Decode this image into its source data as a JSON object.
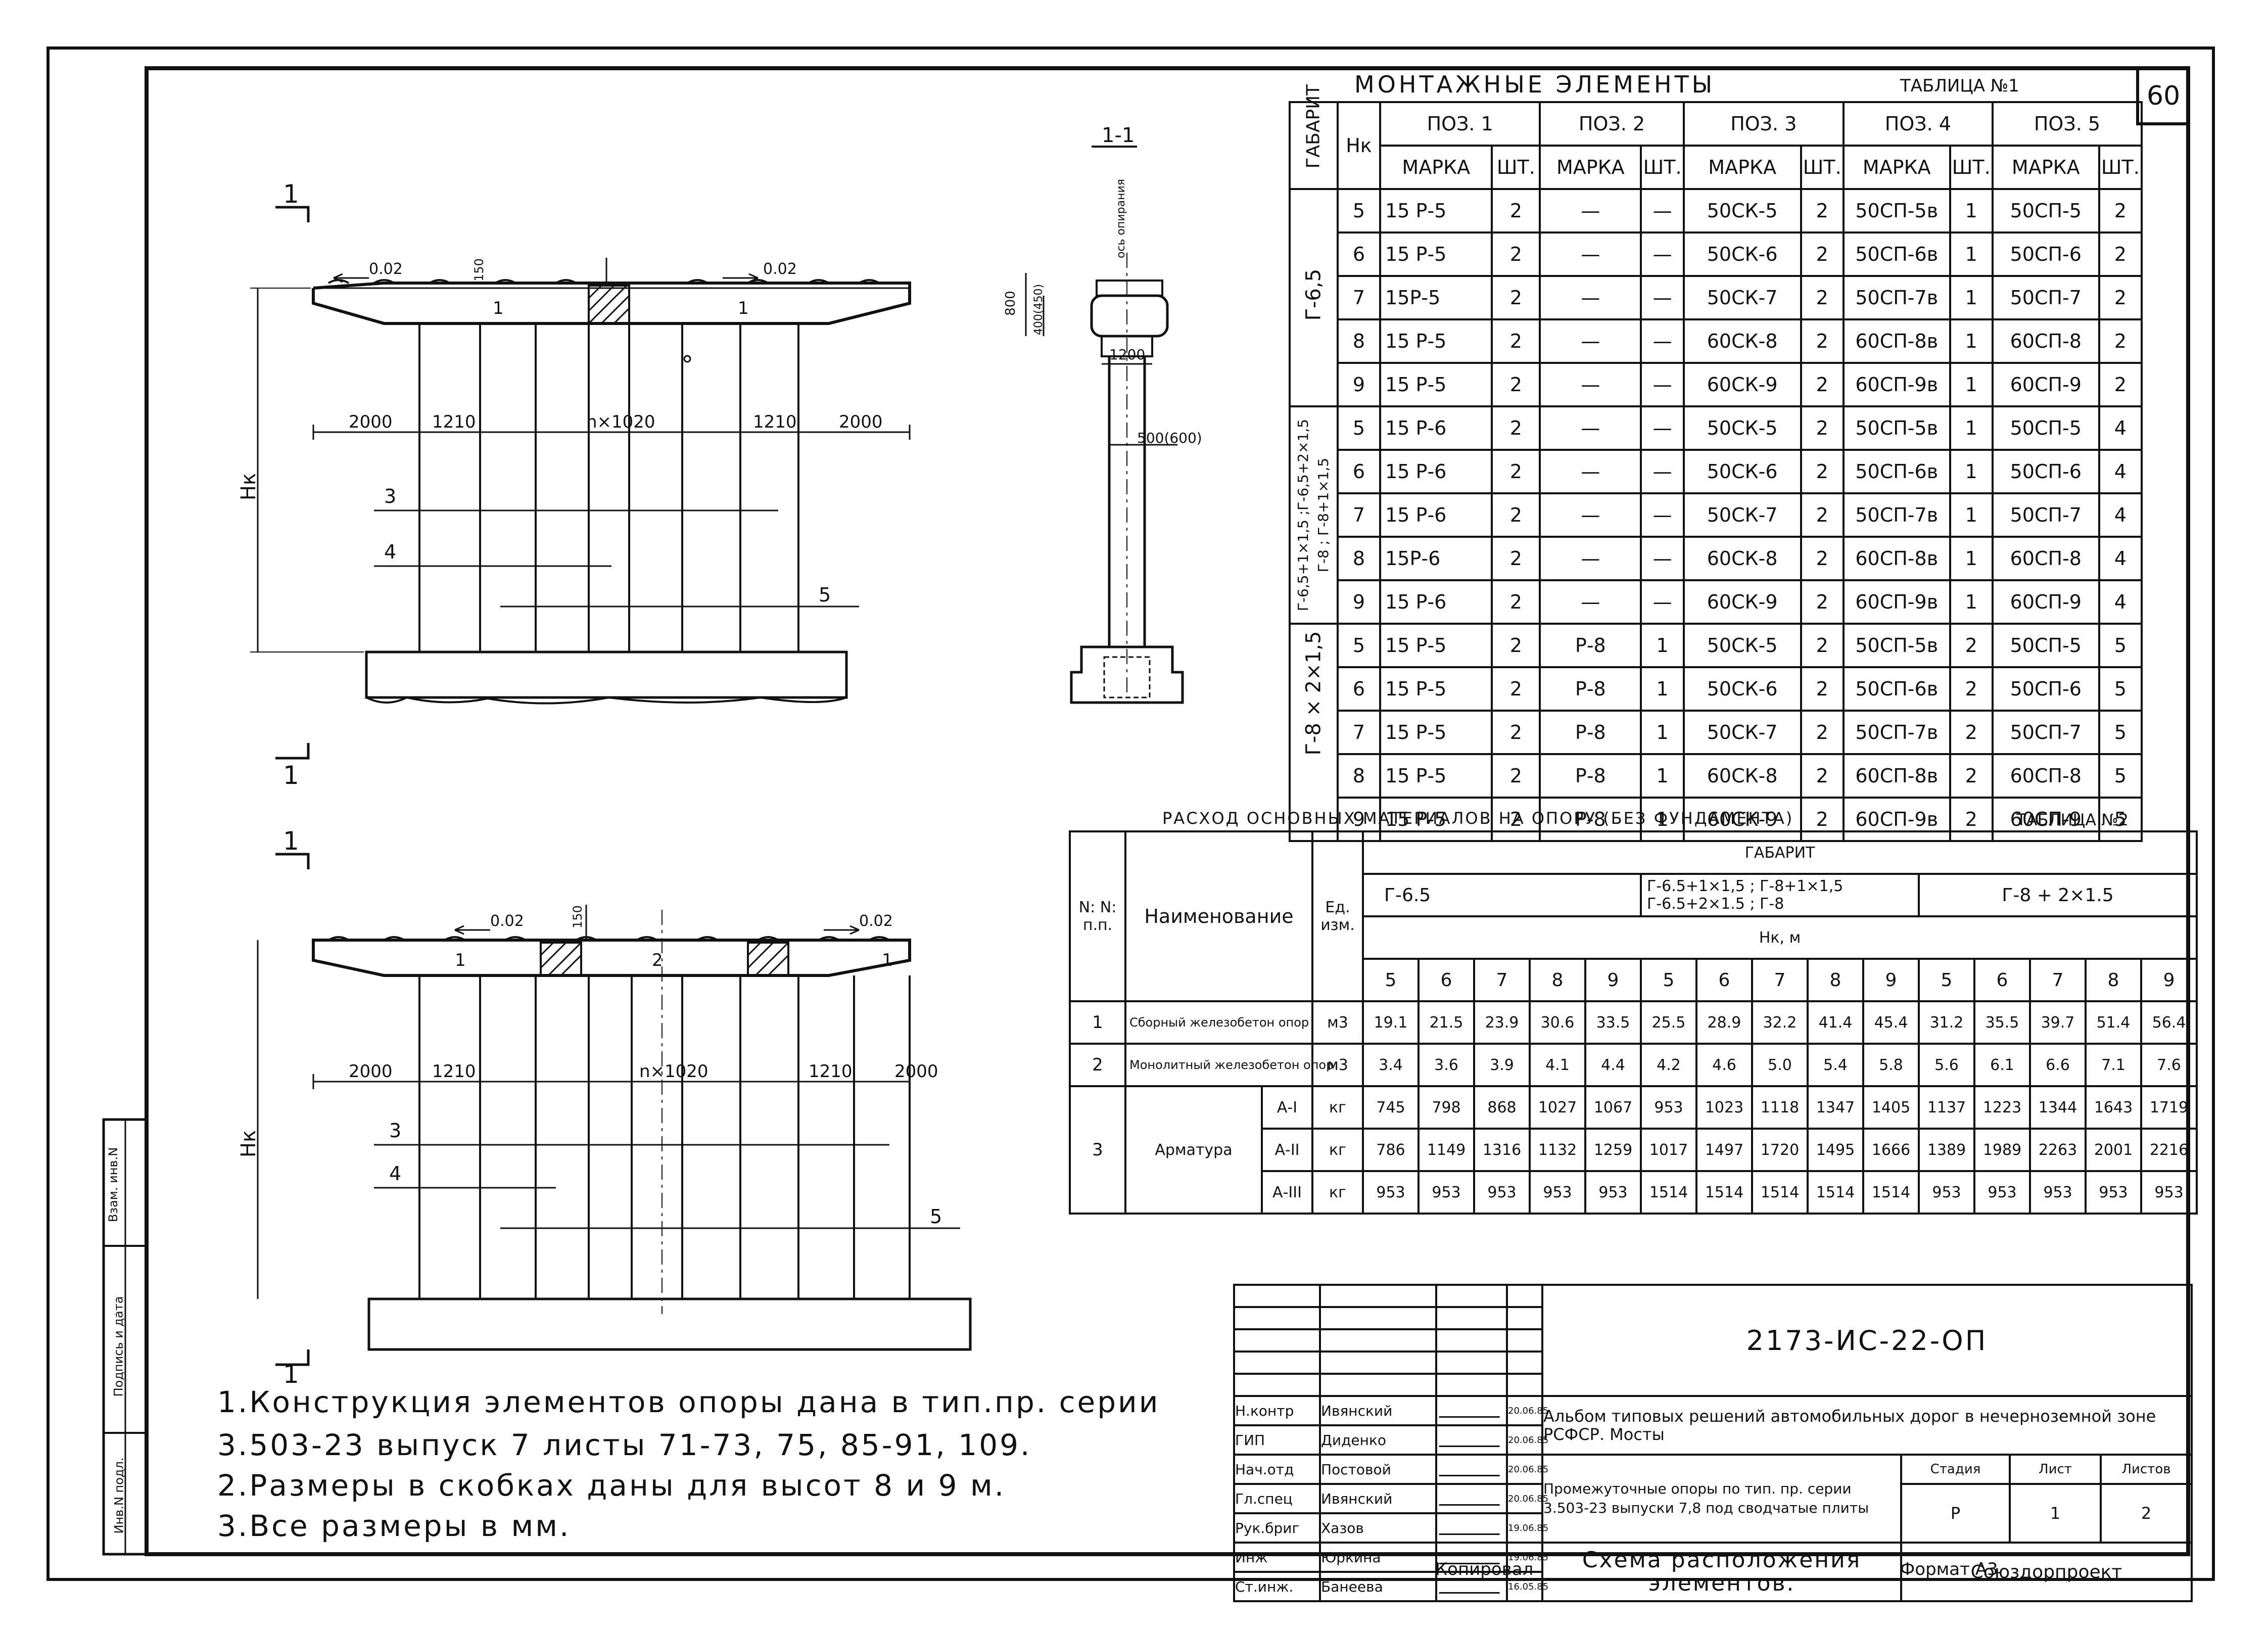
{
  "sheet_number": "60",
  "table1": {
    "title": "МОНТАЖНЫЕ   ЭЛЕМЕНТЫ",
    "table_no": "ТАБЛИЦА №1",
    "col_gabarit": "ГАБАРИТ",
    "col_hk": "Нк",
    "positions": [
      "ПОЗ. 1",
      "ПОЗ. 2",
      "ПОЗ. 3",
      "ПОЗ. 4",
      "ПОЗ. 5"
    ],
    "sub_mark": "МАРКА",
    "sub_qty": "ШТ.",
    "groups": [
      {
        "gabarit": "Г-6,5",
        "rows": [
          [
            "5",
            "15 Р-5",
            "2",
            "—",
            "—",
            "50СК-5",
            "2",
            "50СП-5в",
            "1",
            "50СП-5",
            "2"
          ],
          [
            "6",
            "15 Р-5",
            "2",
            "—",
            "—",
            "50СК-6",
            "2",
            "50СП-6в",
            "1",
            "50СП-6",
            "2"
          ],
          [
            "7",
            "15Р-5",
            "2",
            "—",
            "—",
            "50СК-7",
            "2",
            "50СП-7в",
            "1",
            "50СП-7",
            "2"
          ],
          [
            "8",
            "15 Р-5",
            "2",
            "—",
            "—",
            "60СК-8",
            "2",
            "60СП-8в",
            "1",
            "60СП-8",
            "2"
          ],
          [
            "9",
            "15 Р-5",
            "2",
            "—",
            "—",
            "60СК-9",
            "2",
            "60СП-9в",
            "1",
            "60СП-9",
            "2"
          ]
        ]
      },
      {
        "gabarit": "Г-6,5+1×1,5 ;Г-6,5+2×1,5 Г-8 ; Г-8+1×1,5",
        "rows": [
          [
            "5",
            "15 Р-6",
            "2",
            "—",
            "—",
            "50СК-5",
            "2",
            "50СП-5в",
            "1",
            "50СП-5",
            "4"
          ],
          [
            "6",
            "15 Р-6",
            "2",
            "—",
            "—",
            "50СК-6",
            "2",
            "50СП-6в",
            "1",
            "50СП-6",
            "4"
          ],
          [
            "7",
            "15 Р-6",
            "2",
            "—",
            "—",
            "50СК-7",
            "2",
            "50СП-7в",
            "1",
            "50СП-7",
            "4"
          ],
          [
            "8",
            "15Р-6",
            "2",
            "—",
            "—",
            "60СК-8",
            "2",
            "60СП-8в",
            "1",
            "60СП-8",
            "4"
          ],
          [
            "9",
            "15 Р-6",
            "2",
            "—",
            "—",
            "60СК-9",
            "2",
            "60СП-9в",
            "1",
            "60СП-9",
            "4"
          ]
        ]
      },
      {
        "gabarit": "Г-8 × 2×1,5",
        "rows": [
          [
            "5",
            "15 Р-5",
            "2",
            "Р-8",
            "1",
            "50СК-5",
            "2",
            "50СП-5в",
            "2",
            "50СП-5",
            "5"
          ],
          [
            "6",
            "15 Р-5",
            "2",
            "Р-8",
            "1",
            "50СК-6",
            "2",
            "50СП-6в",
            "2",
            "50СП-6",
            "5"
          ],
          [
            "7",
            "15 Р-5",
            "2",
            "Р-8",
            "1",
            "50СК-7",
            "2",
            "50СП-7в",
            "2",
            "50СП-7",
            "5"
          ],
          [
            "8",
            "15 Р-5",
            "2",
            "Р-8",
            "1",
            "60СК-8",
            "2",
            "60СП-8в",
            "2",
            "60СП-8",
            "5"
          ],
          [
            "9",
            "15 Р-5",
            "2",
            "Р-8",
            "1",
            "60СК-9",
            "2",
            "60СП-9в",
            "2",
            "60СП-9",
            "5"
          ]
        ]
      }
    ]
  },
  "table2": {
    "title": "РАСХОД  ОСНОВНЫХ  МАТЕРИАЛОВ  НА  ОПОРУ  (БЕЗ ФУНДАМЕНТА)",
    "table_no": "ТАБЛИЦА №2",
    "col_no": "N: N: п.п.",
    "col_name": "Наименование",
    "col_unit": "Ед. изм.",
    "col_gabarit": "ГАБАРИТ",
    "gabarits": [
      "Г-6.5",
      "Г-6.5+1×1,5 ; Г-8+1×1,5 Г-6.5+2×1.5 ; Г-8",
      "Г-8 + 2×1.5"
    ],
    "hk_label": "Нк, м",
    "hk_values": [
      "5",
      "6",
      "7",
      "8",
      "9",
      "5",
      "6",
      "7",
      "8",
      "9",
      "5",
      "6",
      "7",
      "8",
      "9"
    ],
    "rows": [
      {
        "no": "1",
        "name": "Сборный железобетон опор",
        "sub": "",
        "unit": "м3",
        "values": [
          "19.1",
          "21.5",
          "23.9",
          "30.6",
          "33.5",
          "25.5",
          "28.9",
          "32.2",
          "41.4",
          "45.4",
          "31.2",
          "35.5",
          "39.7",
          "51.4",
          "56.4"
        ]
      },
      {
        "no": "2",
        "name": "Монолитный железобетон опор",
        "sub": "",
        "unit": "м3",
        "values": [
          "3.4",
          "3.6",
          "3.9",
          "4.1",
          "4.4",
          "4.2",
          "4.6",
          "5.0",
          "5.4",
          "5.8",
          "5.6",
          "6.1",
          "6.6",
          "7.1",
          "7.6"
        ]
      },
      {
        "no": "3",
        "name": "Арматура",
        "sub": "А-I",
        "unit": "кг",
        "values": [
          "745",
          "798",
          "868",
          "1027",
          "1067",
          "953",
          "1023",
          "1118",
          "1347",
          "1405",
          "1137",
          "1223",
          "1344",
          "1643",
          "1719"
        ]
      },
      {
        "no": "",
        "name": "",
        "sub": "А-II",
        "unit": "кг",
        "values": [
          "786",
          "1149",
          "1316",
          "1132",
          "1259",
          "1017",
          "1497",
          "1720",
          "1495",
          "1666",
          "1389",
          "1989",
          "2263",
          "2001",
          "2216"
        ]
      },
      {
        "no": "",
        "name": "",
        "sub": "А-III",
        "unit": "кг",
        "values": [
          "953",
          "953",
          "953",
          "953",
          "953",
          "1514",
          "1514",
          "1514",
          "1514",
          "1514",
          "953",
          "953",
          "953",
          "953",
          "953"
        ]
      }
    ]
  },
  "drawing": {
    "section_top": "1",
    "section_bottom": "1",
    "slope_left": "0.02",
    "slope_right": "0.02",
    "dim_150": "150",
    "hk": "Нк",
    "dims": [
      "2000",
      "1210",
      "n×1020",
      "1210",
      "2000"
    ],
    "pos_labels": [
      "1",
      "1",
      "3",
      "4",
      "5"
    ],
    "pos_labels_lower": [
      "1",
      "2",
      "1",
      "3",
      "4",
      "5"
    ],
    "side_title": "1-1",
    "side_axis": "ось опирания",
    "side_dims": [
      "800",
      "400(450)",
      "1200",
      "500(600)"
    ]
  },
  "notes": [
    "1.Конструкция элементов опоры дана в тип.пр. серии",
    "3.503-23 выпуск 7 листы 71-73, 75, 85-91, 109.",
    "2.Размеры в скобках даны для высот 8 и 9 м.",
    "3.Все размеры в мм."
  ],
  "side_stamp": [
    "Взам. инв.N",
    "Подпись и дата",
    "Инв.N подл."
  ],
  "title_block": {
    "doc_code": "2173-ИС-22-ОП",
    "album": "Альбом типовых решений автомобильных дорог в нечерноземной зоне РСФСР. Мосты",
    "subject": "Промежуточные опоры по тип. пр. серии 3.503-23 выпуски 7,8 под сводчатые плиты",
    "drawing_title": "Схема расположения элементов.",
    "stage_label": "Стадия",
    "sheet_label": "Лист",
    "sheets_label": "Листов",
    "stage": "Р",
    "sheet": "1",
    "sheets": "2",
    "org": "Союздорпроект",
    "people": [
      {
        "role": "Н.контр",
        "name": "Ивянский",
        "date": "20.06.85"
      },
      {
        "role": "ГИП",
        "name": "Диденко",
        "date": "20.06.85"
      },
      {
        "role": "Нач.отд",
        "name": "Постовой",
        "date": "20.06.85"
      },
      {
        "role": "Гл.спец",
        "name": "Ивянский",
        "date": "20.06.85"
      },
      {
        "role": "Рук.бриг",
        "name": "Хазов",
        "date": "19.06.85"
      },
      {
        "role": "Инж",
        "name": "Юркина",
        "date": "19.06.85"
      },
      {
        "role": "Ст.инж.",
        "name": "Банеева",
        "date": "16.05.85"
      }
    ],
    "copied": "Копировал",
    "format": "Формат А3"
  }
}
